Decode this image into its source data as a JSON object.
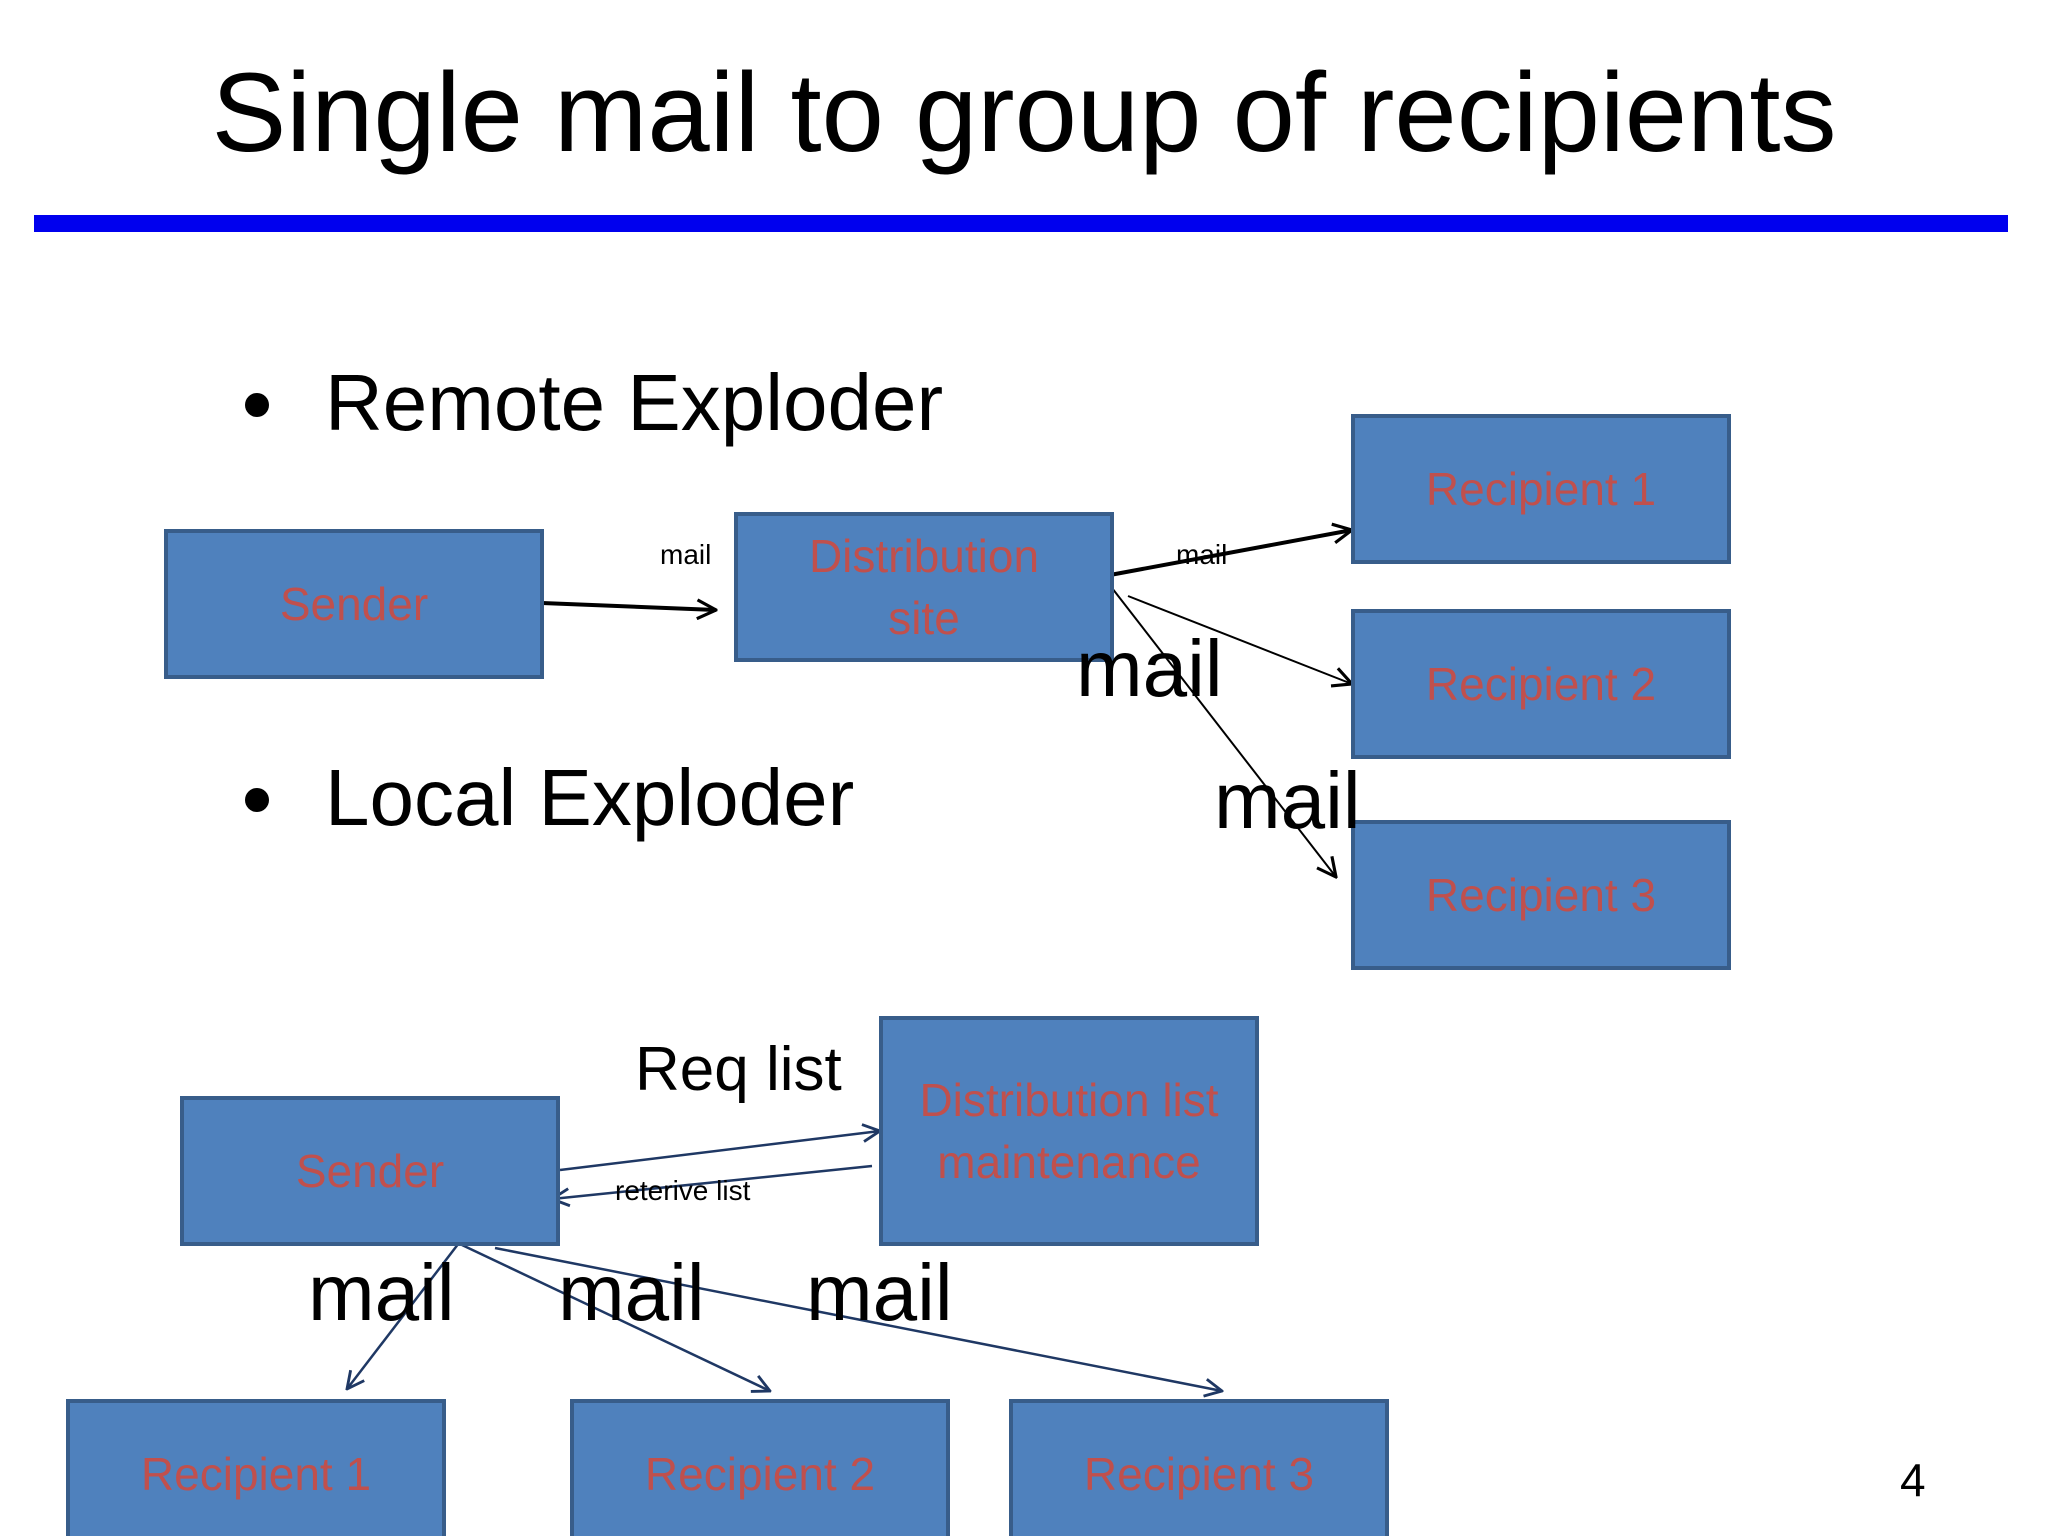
{
  "slide": {
    "title": "Single mail to group of recipients",
    "page_number": "4",
    "rule_color": "#0000ee"
  },
  "bullets": [
    "Remote Exploder",
    "Local Exploder"
  ],
  "remote": {
    "sender": "Sender",
    "distribution_site": [
      "Distribution",
      "site"
    ],
    "recipients": [
      "Recipient 1",
      "Recipient 2",
      "Recipient 3"
    ],
    "labels": {
      "sender_to_site": "mail",
      "site_to_r1": "mail",
      "site_to_r2": "mail",
      "site_to_r3": "mail"
    }
  },
  "local": {
    "sender": "Sender",
    "list_maintenance": [
      "Distribution list",
      "maintenance"
    ],
    "req_label": "Req list",
    "retrieve_label": "reterive list",
    "recipients": [
      "Recipient 1",
      "Recipient 2",
      "Recipient 3"
    ],
    "mail_labels": [
      "mail",
      "mail",
      "mail"
    ]
  },
  "colors": {
    "box_fill": "#4f81bd",
    "box_border": "#385d8a",
    "box_text": "#c0504d",
    "local_arrow": "#1f3864"
  }
}
